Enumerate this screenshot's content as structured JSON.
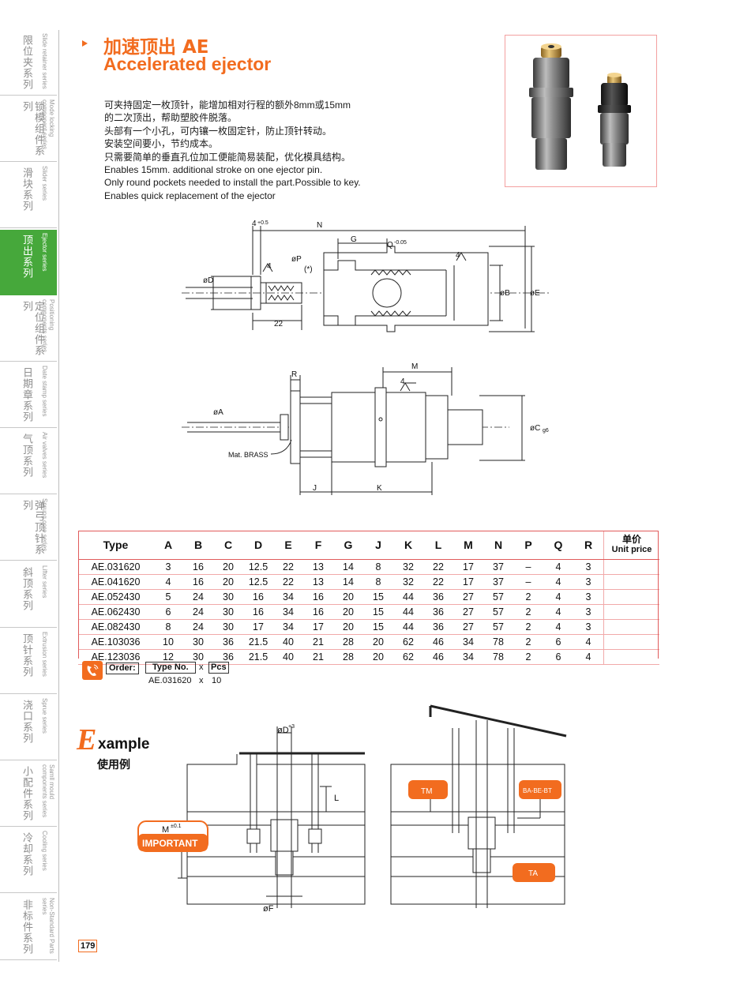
{
  "sidebar": {
    "items": [
      {
        "zh": "限位夹系列",
        "en": "Slide retainer series",
        "active": false
      },
      {
        "zh": "锁模组件系列",
        "en": "Mode locking component series",
        "active": false
      },
      {
        "zh": "滑块系列",
        "en": "Slider series",
        "active": false
      },
      {
        "zh": "顶出系列",
        "en": "Ejector series",
        "active": true
      },
      {
        "zh": "定位组件系列",
        "en": "Positioning components series",
        "active": false
      },
      {
        "zh": "日期章系列",
        "en": "Date stamp series",
        "active": false
      },
      {
        "zh": "气顶系列",
        "en": "Air valves series",
        "active": false
      },
      {
        "zh": "弹弓顶针系列",
        "en": "Sprung core series",
        "active": false
      },
      {
        "zh": "斜顶系列",
        "en": "Lifter series",
        "active": false
      },
      {
        "zh": "顶针系列",
        "en": "Extrusion series",
        "active": false
      },
      {
        "zh": "浇口系列",
        "en": "Sprue series",
        "active": false
      },
      {
        "zh": "小配件系列",
        "en": "Samll mould components series",
        "active": false
      },
      {
        "zh": "冷却系列",
        "en": "Cooling series",
        "active": false
      },
      {
        "zh": "非标件系列",
        "en": "Non-Standard Parts series",
        "active": false
      }
    ]
  },
  "title": {
    "zh": "加速顶出 AE",
    "en": "Accelerated ejector"
  },
  "description": [
    "可夹持固定一枚顶针，能增加相对行程的额外8mm或15mm",
    "的二次顶出，帮助塑胶件脱落。",
    "头部有一个小孔，可内镶一枚固定针，防止顶针转动。",
    "安装空间要小，节约成本。",
    "只需要简单的垂直孔位加工便能简易装配，优化模具结构。",
    "Enables 15mm. additional stroke on one ejector pin.",
    "Only round pockets needed to install the part.Possible to key.",
    "Enables quick replacement of the ejector"
  ],
  "drawing1": {
    "labels": {
      "tol4": "4",
      "tol4sup": "+0.5",
      "N": "N",
      "G": "G",
      "Q": "Q",
      "Qsup": "-0.05",
      "rough4a": "4",
      "rough4b": "4",
      "P": "øP",
      "star": "(*)",
      "D": "øD",
      "B": "øB",
      "E": "øE",
      "dim22": "22"
    }
  },
  "drawing2": {
    "labels": {
      "R": "R",
      "M": "M",
      "rough4": "4",
      "A": "øA",
      "C": "øC",
      "Csub": "g6",
      "material": "Mat. BRASS",
      "J": "J",
      "K": "K"
    }
  },
  "table": {
    "headers": [
      "Type",
      "A",
      "B",
      "C",
      "D",
      "E",
      "F",
      "G",
      "J",
      "K",
      "L",
      "M",
      "N",
      "P",
      "Q",
      "R"
    ],
    "unit_price_zh": "单价",
    "unit_price_en": "Unit price",
    "rows": [
      [
        "AE.031620",
        "3",
        "16",
        "20",
        "12.5",
        "22",
        "13",
        "14",
        "8",
        "32",
        "22",
        "17",
        "37",
        "–",
        "4",
        "3"
      ],
      [
        "AE.041620",
        "4",
        "16",
        "20",
        "12.5",
        "22",
        "13",
        "14",
        "8",
        "32",
        "22",
        "17",
        "37",
        "–",
        "4",
        "3"
      ],
      [
        "AE.052430",
        "5",
        "24",
        "30",
        "16",
        "34",
        "16",
        "20",
        "15",
        "44",
        "36",
        "27",
        "57",
        "2",
        "4",
        "3"
      ],
      [
        "AE.062430",
        "6",
        "24",
        "30",
        "16",
        "34",
        "16",
        "20",
        "15",
        "44",
        "36",
        "27",
        "57",
        "2",
        "4",
        "3"
      ],
      [
        "AE.082430",
        "8",
        "24",
        "30",
        "17",
        "34",
        "17",
        "20",
        "15",
        "44",
        "36",
        "27",
        "57",
        "2",
        "4",
        "3"
      ],
      [
        "AE.103036",
        "10",
        "30",
        "36",
        "21.5",
        "40",
        "21",
        "28",
        "20",
        "62",
        "46",
        "34",
        "78",
        "2",
        "6",
        "4"
      ],
      [
        "AE.123036",
        "12",
        "30",
        "36",
        "21.5",
        "40",
        "21",
        "28",
        "20",
        "62",
        "46",
        "34",
        "78",
        "2",
        "6",
        "4"
      ]
    ]
  },
  "order": {
    "label": "Order:",
    "type_no": "Type No.",
    "x": "x",
    "pcs": "Pcs",
    "example_type": "AE.031620",
    "example_qty": "10"
  },
  "example": {
    "big_letter": "E",
    "word": "xample",
    "zh": "使用例",
    "labels": {
      "D": "øD",
      "Dsup": "+3",
      "L": "L",
      "M": "M",
      "Msup": "±0.1",
      "important": "IMPORTANT",
      "F": "øF",
      "TM": "TM",
      "BA": "BA-BE-BT",
      "TA": "TA"
    }
  },
  "page_number": "179",
  "colors": {
    "accent": "#f26c1f",
    "sidebar_active": "#46a83b",
    "table_line": "#e15b5b"
  }
}
